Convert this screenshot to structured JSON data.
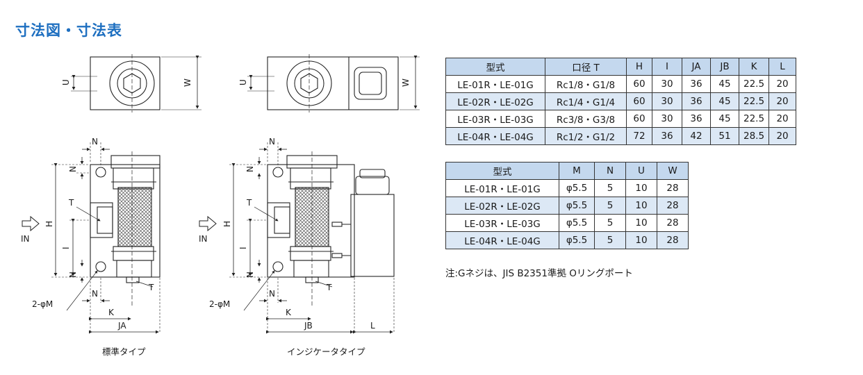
{
  "title": "寸法図・寸法表",
  "drawing": {
    "labels": {
      "U": "U",
      "W": "W",
      "N": "N",
      "H": "H",
      "I": "I",
      "T": "T",
      "IN": "IN",
      "M": "2-φM",
      "K": "K",
      "JA": "JA",
      "JB": "JB",
      "L": "L"
    },
    "caption_standard": "標準タイプ",
    "caption_indicator": "インジケータタイプ"
  },
  "table1": {
    "headers": [
      "型式",
      "口径 T",
      "H",
      "I",
      "JA",
      "JB",
      "K",
      "L"
    ],
    "rows": [
      [
        "LE-01R・LE-01G",
        "Rc1/8・G1/8",
        "60",
        "30",
        "36",
        "45",
        "22.5",
        "20"
      ],
      [
        "LE-02R・LE-02G",
        "Rc1/4・G1/4",
        "60",
        "30",
        "36",
        "45",
        "22.5",
        "20"
      ],
      [
        "LE-03R・LE-03G",
        "Rc3/8・G3/8",
        "60",
        "30",
        "36",
        "45",
        "22.5",
        "20"
      ],
      [
        "LE-04R・LE-04G",
        "Rc1/2・G1/2",
        "72",
        "36",
        "42",
        "51",
        "28.5",
        "20"
      ]
    ]
  },
  "table2": {
    "headers": [
      "型式",
      "M",
      "N",
      "U",
      "W"
    ],
    "rows": [
      [
        "LE-01R・LE-01G",
        "φ5.5",
        "5",
        "10",
        "28"
      ],
      [
        "LE-02R・LE-02G",
        "φ5.5",
        "5",
        "10",
        "28"
      ],
      [
        "LE-03R・LE-03G",
        "φ5.5",
        "5",
        "10",
        "28"
      ],
      [
        "LE-04R・LE-04G",
        "φ5.5",
        "5",
        "10",
        "28"
      ]
    ]
  },
  "note": "注:Gネジは、JIS B2351準拠 Oリングポート",
  "colors": {
    "title": "#1e6fc0",
    "header_bg": "#c4d8ee",
    "row_alt_bg": "#dce8f5"
  }
}
